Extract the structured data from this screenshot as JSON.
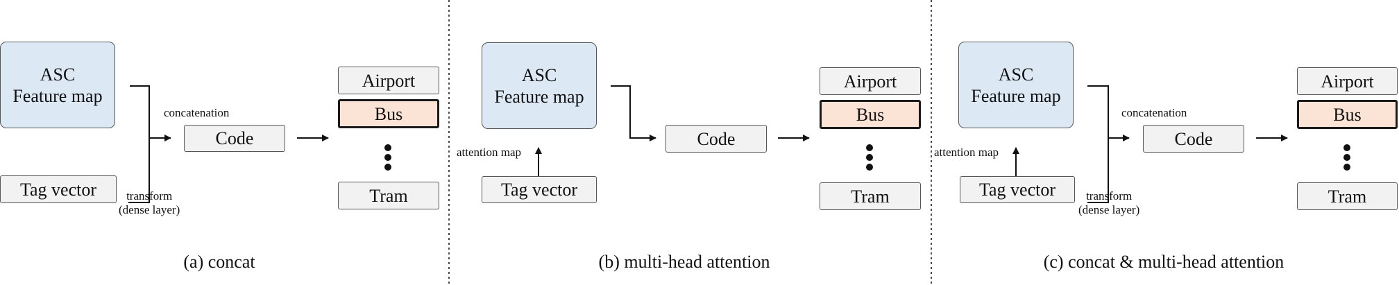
{
  "feature_map": {
    "line1": "ASC",
    "line2": "Feature map"
  },
  "tag_vector": "Tag vector",
  "code": "Code",
  "classes": {
    "first": "Airport",
    "selected": "Bus",
    "last": "Tram"
  },
  "labels": {
    "concatenation": "concatenation",
    "transform": "transform",
    "dense_layer": "(dense layer)",
    "attention_map": "attention map"
  },
  "captions": {
    "a": "(a) concat",
    "b": "(b) multi-head attention",
    "c": "(c) concat & multi-head attention"
  },
  "colors": {
    "feature_map_fill": "#dde8f5",
    "selected_class_fill": "#fbe3d6",
    "box_fill": "#f2f2f2"
  }
}
